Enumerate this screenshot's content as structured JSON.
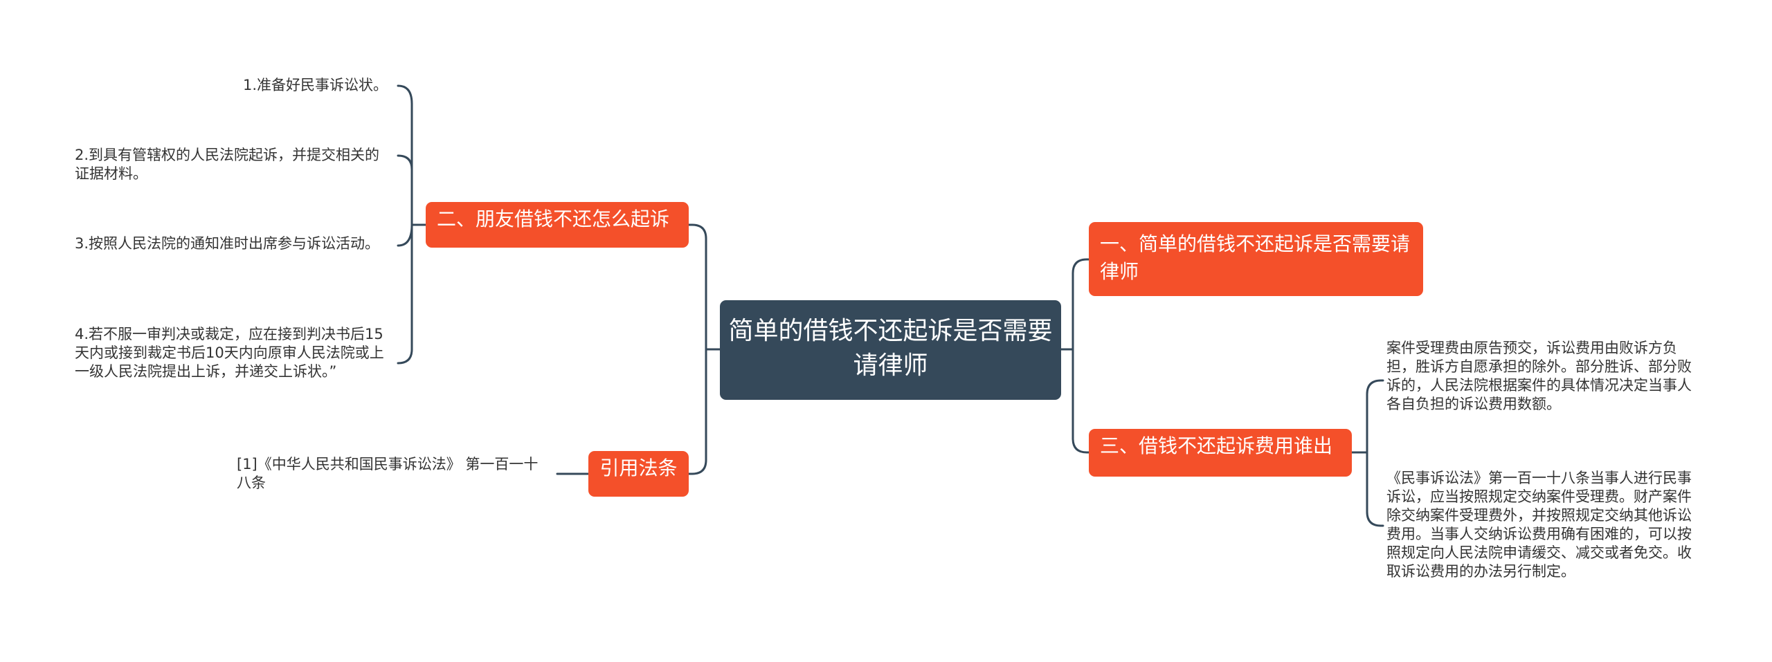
{
  "root": {
    "title": "简单的借钱不还起诉是否需要请律师"
  },
  "branches": {
    "b1": "一、简单的借钱不还起诉是否需要请律师",
    "b2": "二、朋友借钱不还怎么起诉",
    "b3": "三、借钱不还起诉费用谁出",
    "b4": "引用法条"
  },
  "leaves": {
    "l1": "1.准备好民事诉讼状。",
    "l2": "2.到具有管辖权的人民法院起诉，并提交相关的证据材料。",
    "l3": "3.按照人民法院的通知准时出席参与诉讼活动。",
    "l4": "4.若不服一审判决或裁定，应在接到判决书后15天内或接到裁定书后10天内向原审人民法院或上一级人民法院提出上诉，并递交上诉状。”",
    "l5": "[1]《中华人民共和国民事诉讼法》 第一百一十八条",
    "l6": "案件受理费由原告预交，诉讼费用由败诉方负担，胜诉方自愿承担的除外。部分胜诉、部分败诉的，人民法院根据案件的具体情况决定当事人各自负担的诉讼费用数额。",
    "l7": "《民事诉讼法》第一百一十八条当事人进行民事诉讼，应当按照规定交纳案件受理费。财产案件除交纳案件受理费外，并按照规定交纳其他诉讼费用。当事人交纳诉讼费用确有困难的，可以按照规定向人民法院申请缓交、减交或者免交。收取诉讼费用的办法另行制定。"
  },
  "colors": {
    "root": "#35495a",
    "branch": "#f4502a",
    "connector": "#35495a",
    "text": "#333333"
  }
}
